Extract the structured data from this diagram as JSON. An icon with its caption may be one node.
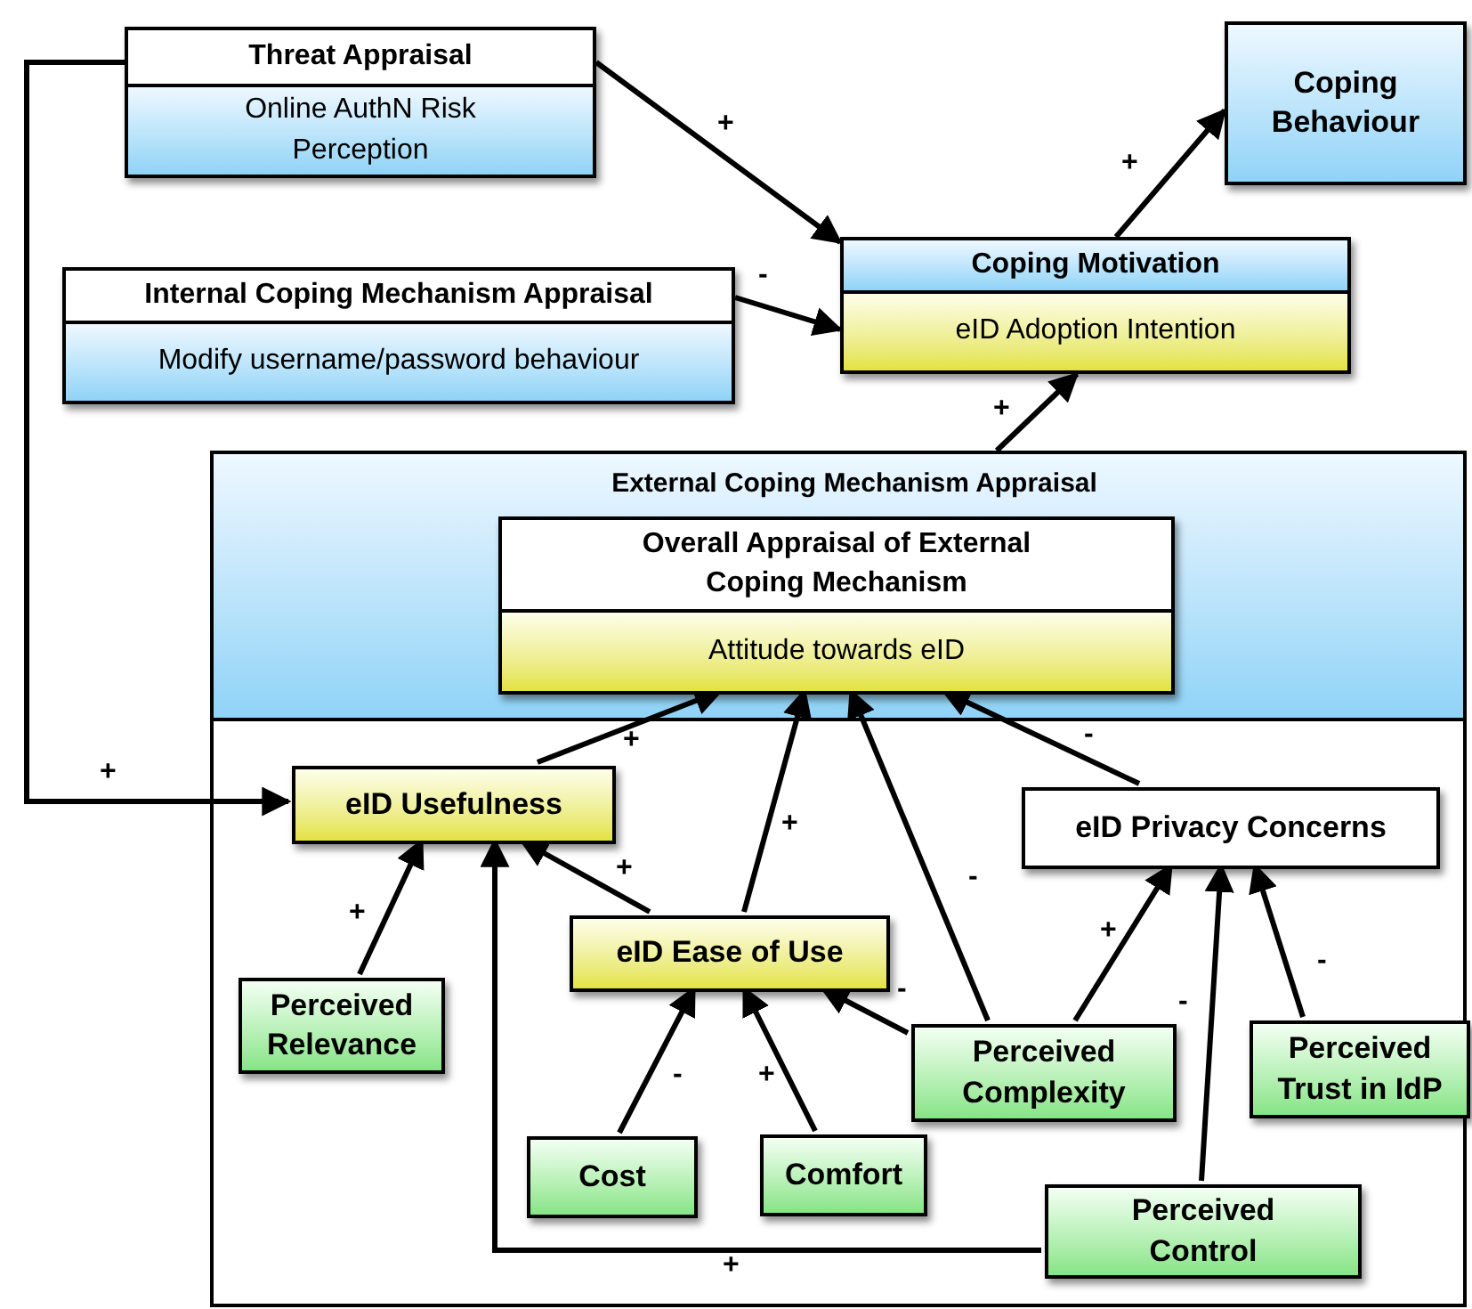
{
  "diagram": {
    "nodes": [
      {
        "text": [
          "Threat Appraisal",
          "Online AuthN Risk Perception"
        ]
      },
      {
        "text": [
          "Coping Behaviour"
        ]
      },
      {
        "text": [
          "Internal Coping Mechanism Appraisal",
          "Modify username/password behaviour"
        ]
      },
      {
        "text": [
          "Coping Motivation",
          "eID Adoption Intention"
        ]
      },
      {
        "text": [
          "External Coping Mechanism Appraisal"
        ]
      },
      {
        "text": [
          "Overall Appraisal of External Coping Mechanism",
          "Attitude towards eID"
        ],
        "in": 4
      },
      {
        "text": [
          "eID Usefulness"
        ],
        "in": 4
      },
      {
        "text": [
          "eID Privacy Concerns"
        ],
        "in": 4
      },
      {
        "text": [
          "eID Ease of Use"
        ],
        "in": 4
      },
      {
        "text": [
          "Perceived Relevance"
        ],
        "in": 4
      },
      {
        "text": [
          "Perceived Complexity"
        ],
        "in": 4
      },
      {
        "text": [
          "Perceived Trust in IdP"
        ],
        "in": 4
      },
      {
        "text": [
          "Cost"
        ],
        "in": 4
      },
      {
        "text": [
          "Comfort"
        ],
        "in": 4
      },
      {
        "text": [
          "Perceived Control"
        ],
        "in": 4
      }
    ],
    "edges": [
      {
        "from": 0,
        "to": 3,
        "arrow": "to",
        "label": "+"
      },
      {
        "from": 0,
        "to": 6,
        "arrow": "to",
        "label": "+"
      },
      {
        "from": 2,
        "to": 3,
        "arrow": "to",
        "label": "-"
      },
      {
        "from": 3,
        "to": 1,
        "arrow": "to",
        "label": "+"
      },
      {
        "from": 4,
        "to": 3,
        "arrow": "to",
        "label": "+"
      },
      {
        "from": 6,
        "to": 5,
        "arrow": "to",
        "label": "+"
      },
      {
        "from": 8,
        "to": 5,
        "arrow": "to",
        "label": "+"
      },
      {
        "from": 10,
        "to": 5,
        "arrow": "to",
        "label": "-"
      },
      {
        "from": 7,
        "to": 5,
        "arrow": "to",
        "label": "-"
      },
      {
        "from": 9,
        "to": 6,
        "arrow": "to",
        "label": "+"
      },
      {
        "from": 8,
        "to": 6,
        "arrow": "to",
        "label": "+"
      },
      {
        "from": 10,
        "to": 8,
        "arrow": "to",
        "label": "-"
      },
      {
        "from": 12,
        "to": 8,
        "arrow": "to",
        "label": "-"
      },
      {
        "from": 13,
        "to": 8,
        "arrow": "to",
        "label": "+"
      },
      {
        "from": 10,
        "to": 7,
        "arrow": "to",
        "label": "+"
      },
      {
        "from": 14,
        "to": 7,
        "arrow": "to",
        "label": "-"
      },
      {
        "from": 11,
        "to": 7,
        "arrow": "to",
        "label": "-"
      },
      {
        "from": 14,
        "to": 6,
        "arrow": "to",
        "label": "+"
      }
    ]
  }
}
